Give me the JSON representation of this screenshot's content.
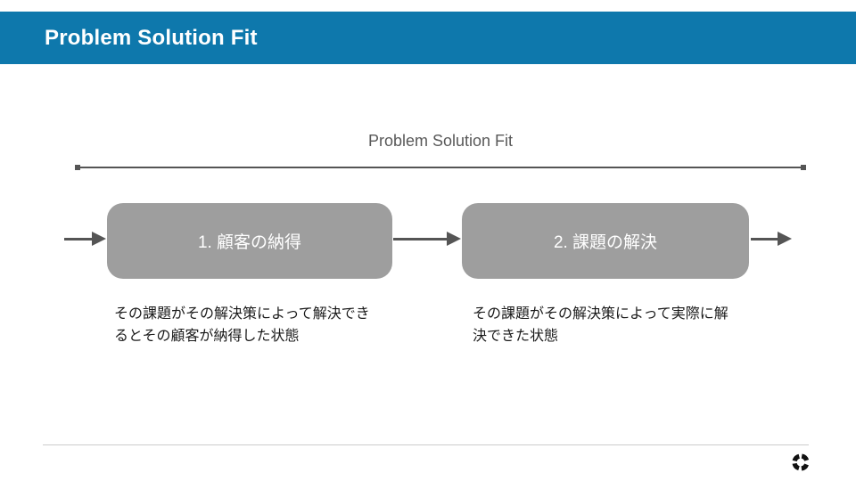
{
  "header": {
    "title": "Problem Solution Fit"
  },
  "diagram": {
    "bracket_label": "Problem Solution Fit",
    "steps": [
      {
        "label": "1. 顧客の納得",
        "description": "その課題がその解決策によって解決でき\nるとその顧客が納得した状態"
      },
      {
        "label": "2. 課題の解決",
        "description": "その課題がその解決策によって実際に解\n決できた状態"
      }
    ]
  },
  "icons": {
    "footer_logo": "aperture-c-logo"
  },
  "colors": {
    "header_bg": "#0E78AC",
    "box_bg": "#9E9E9E",
    "arrow": "#555555",
    "label_gray": "#595959",
    "text": "#1A1A1A",
    "footer_line": "#CCCCCC",
    "logo": "#111111"
  }
}
